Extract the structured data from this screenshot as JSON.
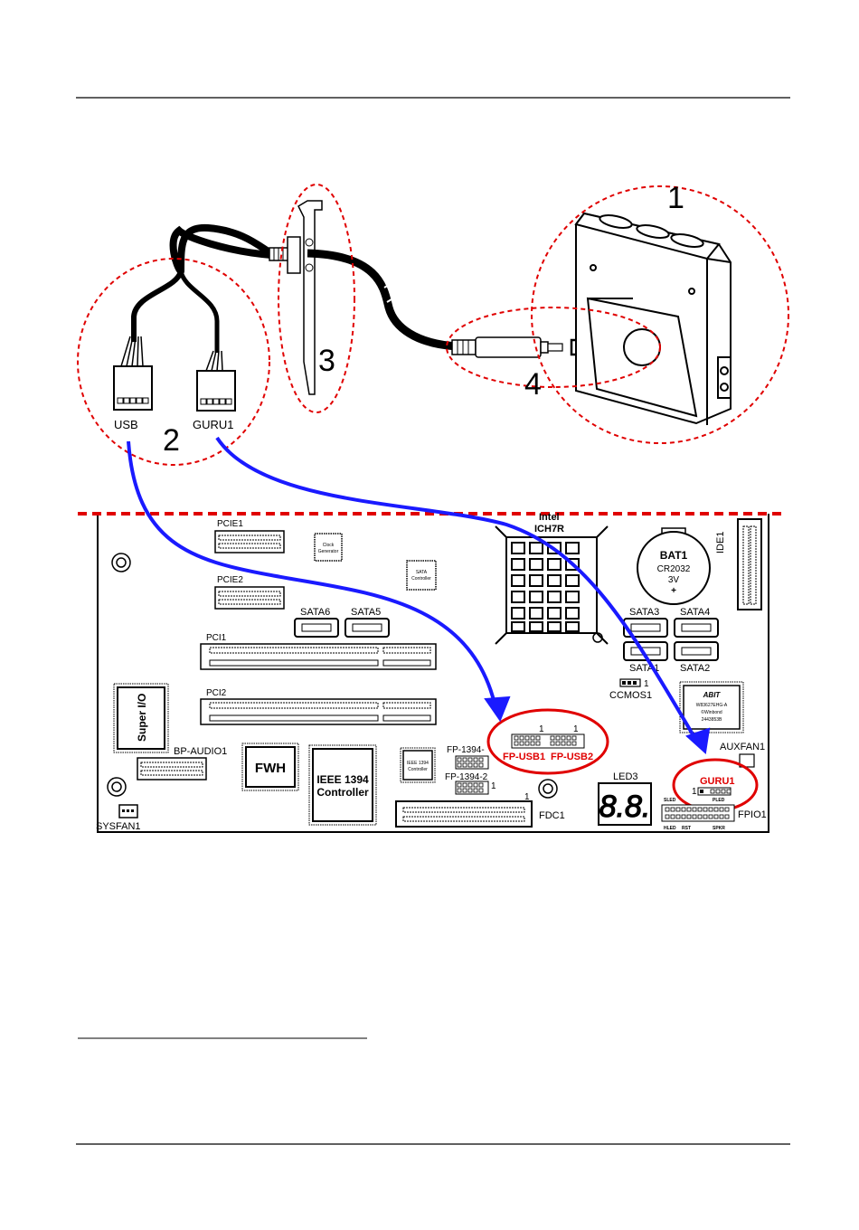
{
  "callouts": {
    "c1": "1",
    "c2": "2",
    "c3": "3",
    "c4": "4"
  },
  "cable": {
    "usb": "USB",
    "guru": "GURU1"
  },
  "board": {
    "pcie1": "PCIE1",
    "pcie2": "PCIE2",
    "pci1": "PCI1",
    "pci2": "PCI2",
    "clock1": "Clock",
    "clock2": "Generator",
    "satactl1": "SATA",
    "satactl2": "Controller",
    "intel": "Intel",
    "ich7r": "ICH7R",
    "bat": "BAT1",
    "cr": "CR2032",
    "v3": "3V",
    "plus": "+",
    "ide": "IDE1",
    "sata1": "SATA1",
    "sata2": "SATA2",
    "sata3": "SATA3",
    "sata4": "SATA4",
    "sata5": "SATA5",
    "sata6": "SATA6",
    "ccmos": "CCMOS1",
    "ccmos_pin": "1",
    "superio": "Super I/O",
    "bpaudio": "BP-AUDIO1",
    "fwh": "FWH",
    "ieee1": "IEEE 1394",
    "ieee2": "Controller",
    "ieee_s1": "IEEE 1394",
    "ieee_s2": "Controller",
    "fp1394a": "FP-1394-",
    "fp1394b": "FP-1394-2",
    "fp1394_pin": "1",
    "fpusb1": "FP-USB1",
    "fpusb2": "FP-USB2",
    "usbpin_a": "1",
    "usbpin_b": "1",
    "fdc": "FDC1",
    "fdc_pin": "1",
    "led3": "LED3",
    "led_digits": "8.8.",
    "auxfan": "AUXFAN1",
    "guru1": "GURU1",
    "guru_pin": "1",
    "sled": "SLED",
    "pled": "PLED",
    "hled": "HLED",
    "rst": "RST",
    "spkr": "SPKR",
    "fpio": "FPIO1",
    "sysfan": "SYSFAN1",
    "abit": "ABIT",
    "winbond1": "W83627EHG-A",
    "winbond2": "©Winbond",
    "winbond3": "2443853B"
  },
  "colors": {
    "accent_red": "#e00000",
    "arrow_blue": "#1a1aff"
  }
}
